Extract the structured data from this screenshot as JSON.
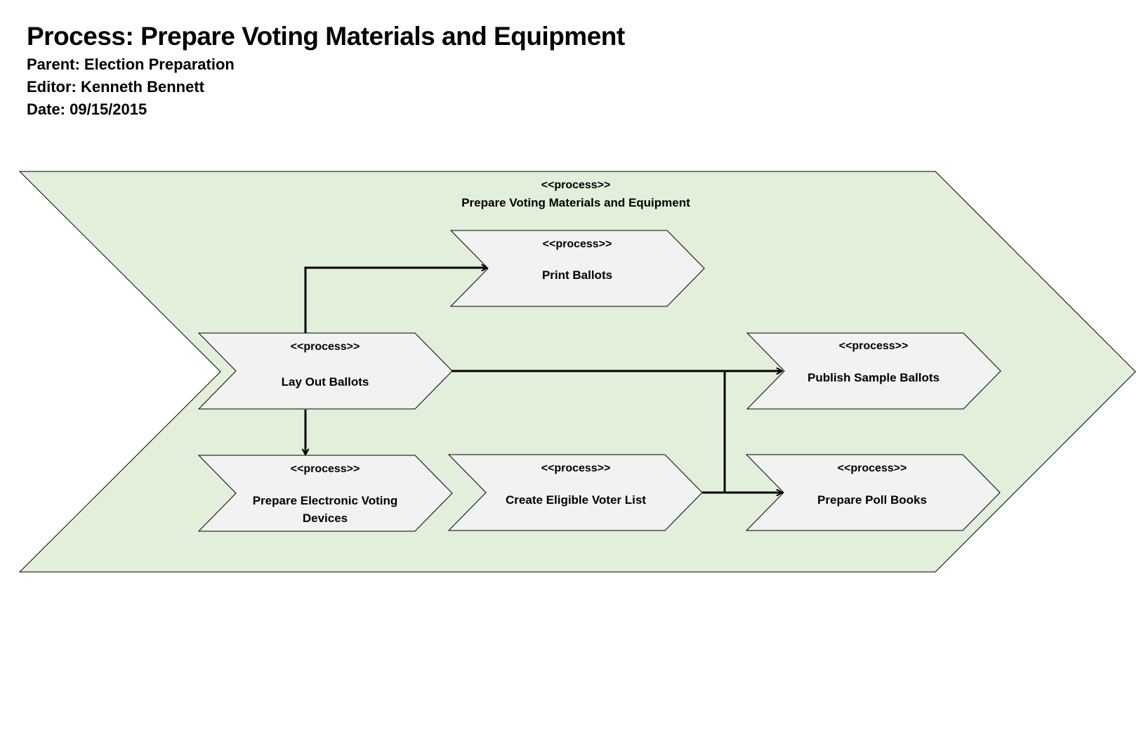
{
  "header": {
    "title": "Process: Prepare Voting Materials and Equipment",
    "parent": "Parent: Election Preparation",
    "editor": "Editor: Kenneth Bennett",
    "date": "Date: 09/15/2015"
  },
  "colors": {
    "outer_fill": "#e2efda",
    "node_fill": "#f2f2f2",
    "stroke": "#000000"
  },
  "outer_process": {
    "stereotype": "<<process>>",
    "name": "Prepare Voting Materials and Equipment"
  },
  "nodes": [
    {
      "id": "print-ballots",
      "stereotype": "<<process>>",
      "lines": [
        "Print Ballots"
      ]
    },
    {
      "id": "lay-out-ballots",
      "stereotype": "<<process>>",
      "lines": [
        "Lay Out Ballots"
      ]
    },
    {
      "id": "publish-sample-ballots",
      "stereotype": "<<process>>",
      "lines": [
        "Publish Sample Ballots"
      ]
    },
    {
      "id": "prepare-electronic-voting-devices",
      "stereotype": "<<process>>",
      "lines": [
        "Prepare Electronic Voting",
        "Devices"
      ]
    },
    {
      "id": "create-eligible-voter-list",
      "stereotype": "<<process>>",
      "lines": [
        "Create Eligible Voter List"
      ]
    },
    {
      "id": "prepare-poll-books",
      "stereotype": "<<process>>",
      "lines": [
        "Prepare Poll Books"
      ]
    }
  ],
  "edges": [
    {
      "from": "lay-out-ballots",
      "to": "print-ballots"
    },
    {
      "from": "lay-out-ballots",
      "to": "prepare-electronic-voting-devices"
    },
    {
      "from": "lay-out-ballots",
      "to": "publish-sample-ballots"
    },
    {
      "from": "lay-out-ballots",
      "to": "prepare-poll-books"
    },
    {
      "from": "create-eligible-voter-list",
      "to": "prepare-poll-books"
    },
    {
      "from": "create-eligible-voter-list",
      "to": "publish-sample-ballots"
    }
  ]
}
